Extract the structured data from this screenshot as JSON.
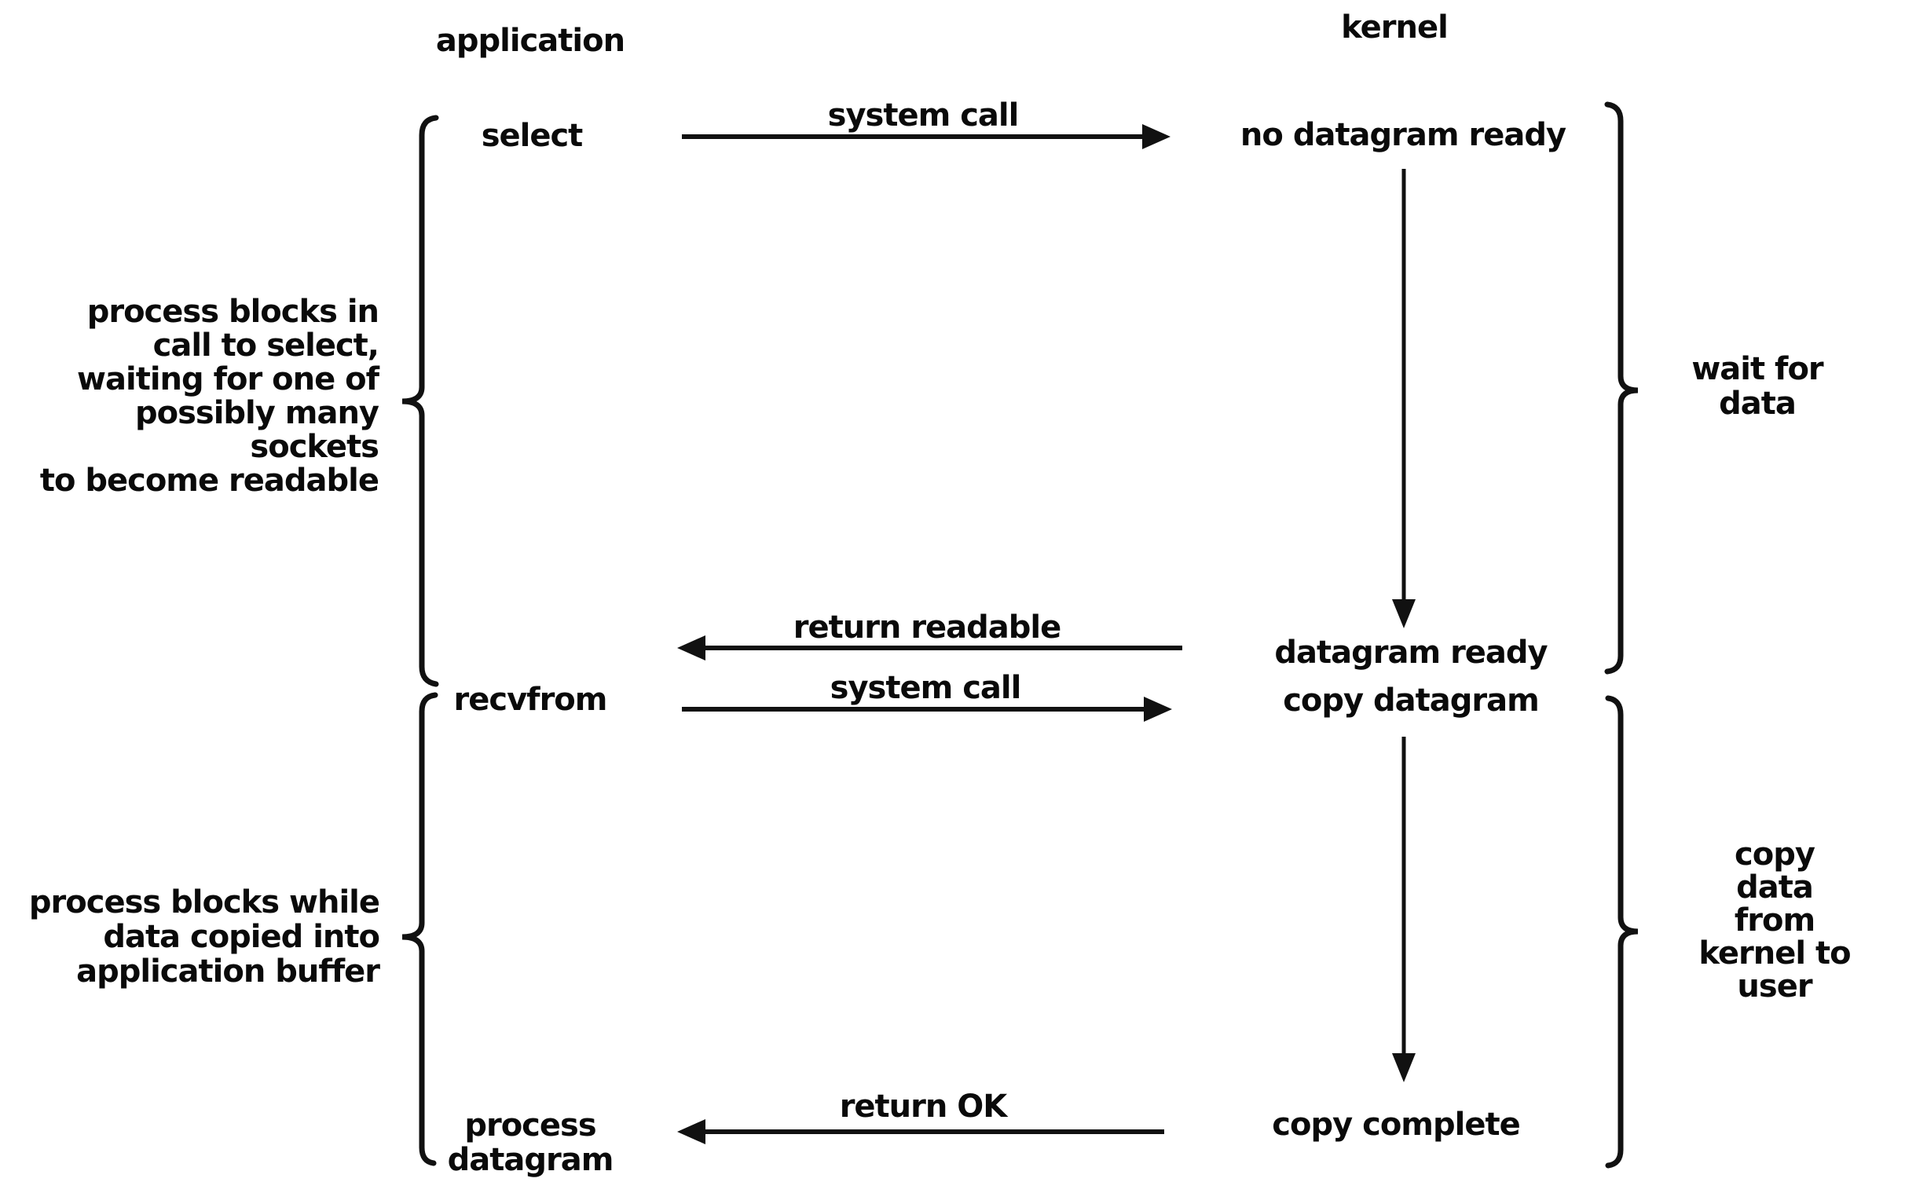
{
  "page": {
    "background": "#ffffff",
    "ink": "#111111"
  },
  "columns": {
    "application": "application",
    "kernel": "kernel"
  },
  "application_steps": {
    "select": "select",
    "recvfrom": "recvfrom",
    "process_datagram": "process\ndatagram"
  },
  "kernel_steps": {
    "no_datagram_ready": "no datagram ready",
    "datagram_ready": "datagram ready",
    "copy_datagram": "copy datagram",
    "copy_complete": "copy complete"
  },
  "transitions": {
    "system_call_1": "system call",
    "return_readable": "return readable",
    "system_call_2": "system call",
    "return_ok": "return OK"
  },
  "annotations": {
    "select_blocking": "process blocks in\ncall to select,\nwaiting for one of\npossibly many sockets\nto become readable",
    "recvfrom_blocking": "process blocks while\ndata copied into\napplication buffer",
    "wait_for_data": "wait for data",
    "copy_data": "copy data from\nkernel to user"
  }
}
